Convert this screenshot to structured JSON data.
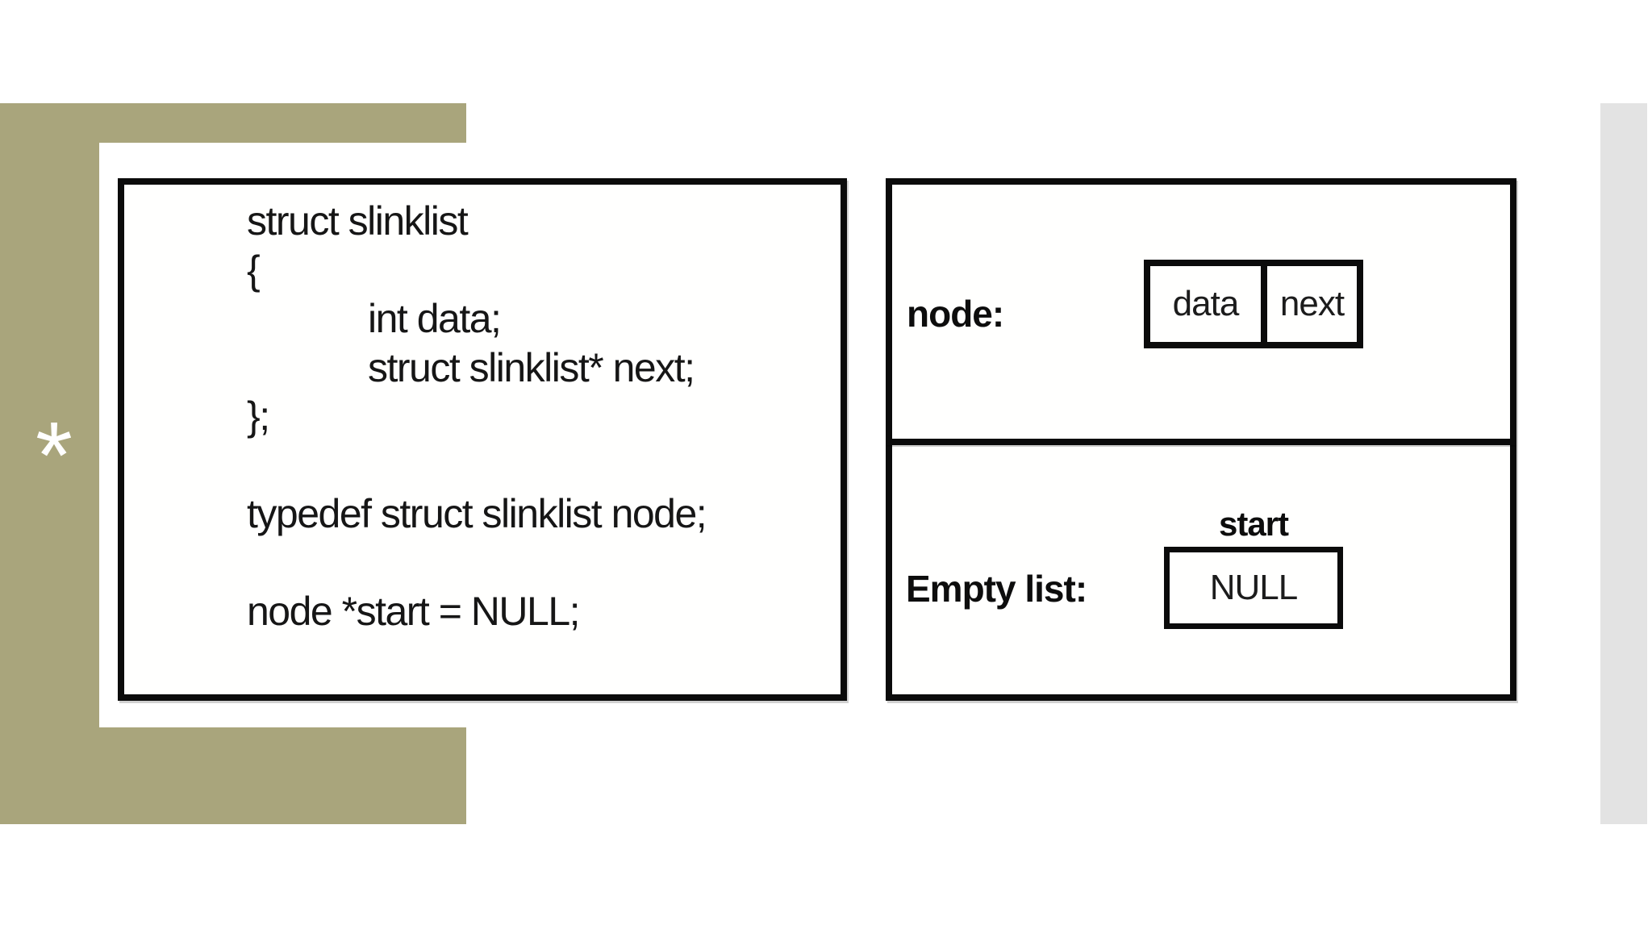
{
  "slide": {
    "marker": "*",
    "code_box": {
      "lines": [
        {
          "text": "struct slinklist",
          "indent": 0
        },
        {
          "text": "{",
          "indent": 0
        },
        {
          "text": "int data;",
          "indent": 1
        },
        {
          "text": "struct slinklist* next;",
          "indent": 1
        },
        {
          "text": "};",
          "indent": 0
        },
        {
          "text": "",
          "indent": 0
        },
        {
          "text": "typedef struct slinklist node;",
          "indent": 0
        },
        {
          "text": "",
          "indent": 0
        },
        {
          "text": "node *start = NULL;",
          "indent": 0
        }
      ]
    },
    "node_panel": {
      "label": "node:",
      "cells": [
        "data",
        "next"
      ]
    },
    "empty_list_panel": {
      "label": "Empty list:",
      "pointer_label": "start",
      "value": "NULL"
    },
    "colors": {
      "accent_khaki": "#a9a57c",
      "side_strip_gray": "#e3e3e3",
      "border_black": "#0b0b0b"
    }
  }
}
